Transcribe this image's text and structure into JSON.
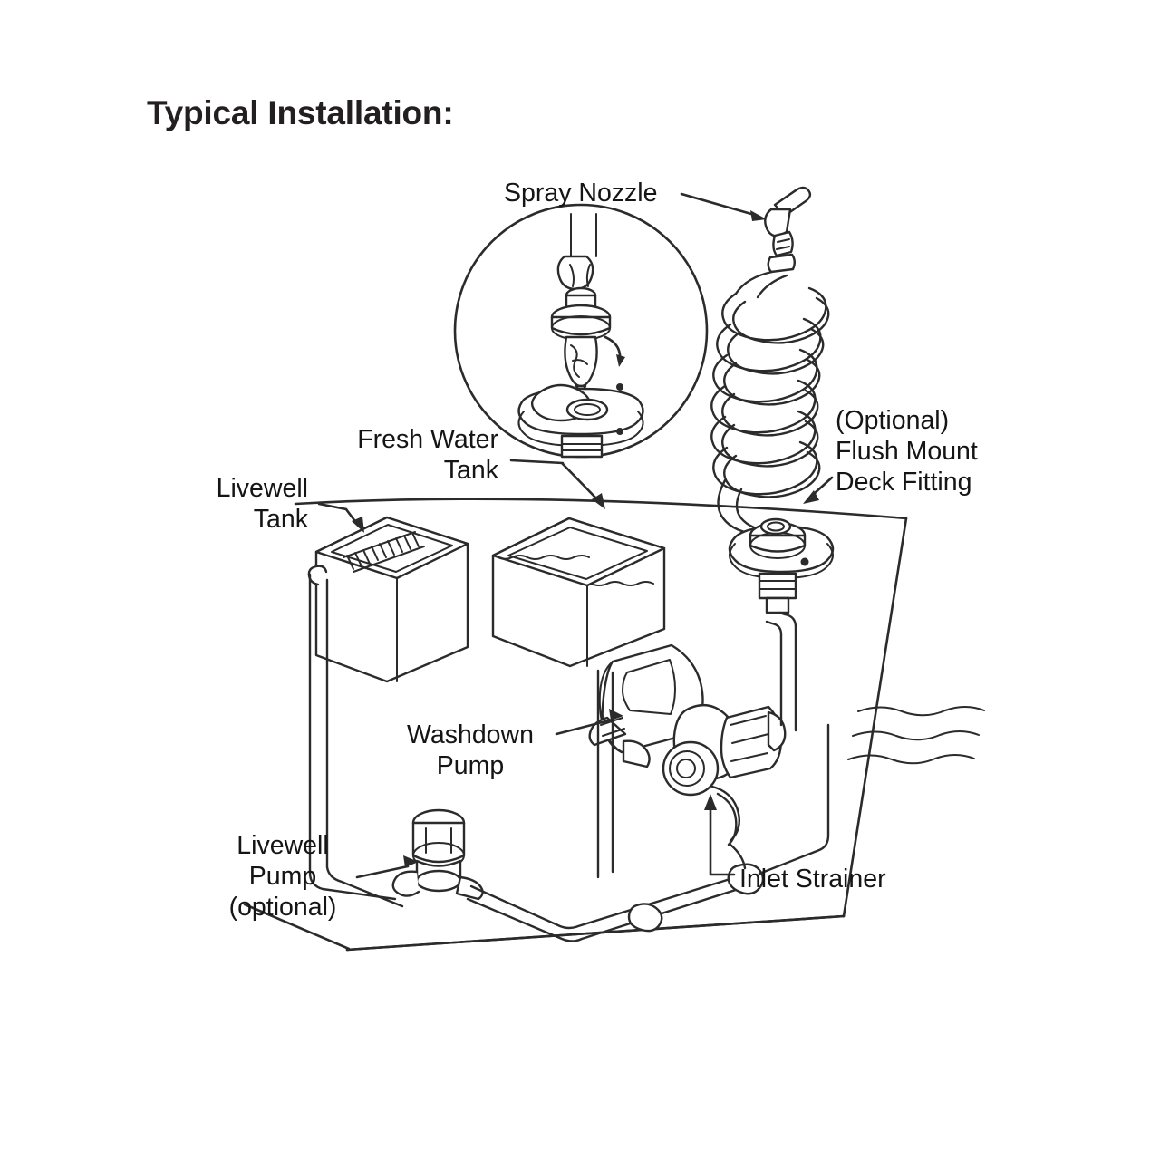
{
  "document": {
    "title": "Typical Installation:",
    "type": "technical-line-diagram",
    "subject": "Marine washdown pump system installation schematic"
  },
  "labels": {
    "spray_nozzle": "Spray Nozzle",
    "fresh_water_tank": "Fresh Water\nTank",
    "livewell_tank": "Livewell\nTank",
    "deck_fitting": "(Optional)\nFlush Mount\nDeck Fitting",
    "washdown_pump": "Washdown\nPump",
    "livewell_pump": "Livewell\nPump\n(optional)",
    "inlet_strainer": "Inlet Strainer"
  },
  "components": [
    {
      "name": "spray-nozzle",
      "label": "Spray Nozzle"
    },
    {
      "name": "coiled-hose",
      "label": "",
      "coils": 9
    },
    {
      "name": "detail-circle-callout",
      "label": ""
    },
    {
      "name": "flush-mount-deck-fitting",
      "label": "(Optional) Flush Mount Deck Fitting"
    },
    {
      "name": "fresh-water-tank",
      "label": "Fresh Water Tank"
    },
    {
      "name": "livewell-tank",
      "label": "Livewell Tank"
    },
    {
      "name": "washdown-pump",
      "label": "Washdown Pump"
    },
    {
      "name": "livewell-pump",
      "label": "Livewell Pump (optional)"
    },
    {
      "name": "inlet-strainer",
      "label": "Inlet Strainer"
    },
    {
      "name": "hull-waterline",
      "label": ""
    }
  ],
  "colors": {
    "ink": "#2b2b2b",
    "title": "#231f20",
    "background": "#ffffff",
    "label_text": "#151515"
  }
}
